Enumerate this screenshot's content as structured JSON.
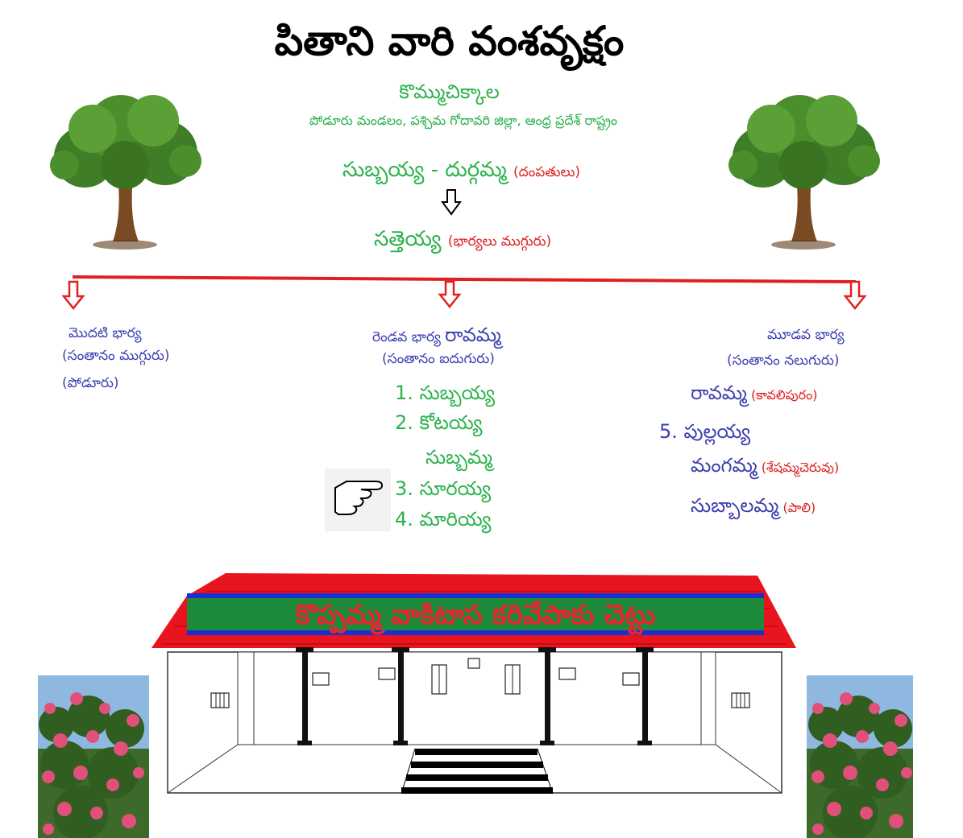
{
  "title": "పితాని వారి వంశవృక్షం",
  "village": "కొమ్ముచిక్కాల",
  "address": "పోడూరు మండలం, పశ్చిమ గోదావరి జిల్లా, ఆంధ్ర ప్రదేశ్ రాష్ట్రం",
  "couple": {
    "names": "సుబ్బయ్య - దుర్గమ్మ",
    "note": "(దంపతులు)"
  },
  "son": {
    "name": "సత్తెయ్య",
    "note": "(భార్యలు ముగ్గురు)"
  },
  "wives": [
    {
      "label": "మొదటి భార్య",
      "children_count": "(సంతానం ముగ్గురు)",
      "place": "(పోడూరు)"
    },
    {
      "label": "రెండవ భార్య",
      "name": "రావమ్మ",
      "children_count": "(సంతానం ఐదుగురు)",
      "children": [
        "1. సుబ్బయ్య",
        "2. కోటయ్య",
        "సుబ్బమ్మ",
        "3. సూరయ్య",
        "4. మారియ్య"
      ]
    },
    {
      "label": "మూడవ భార్య",
      "children_count": "(సంతానం నలుగురు)",
      "children": [
        {
          "name": "రావమ్మ",
          "place": "(కావలిపురం)"
        },
        {
          "name": "5. పుల్లయ్య"
        },
        {
          "name": "మంగమ్మ",
          "place": "(శేషమ్మచెరువు)"
        },
        {
          "name": "సుబ్బాలమ్మ",
          "place": "(పాలి)"
        }
      ]
    }
  ],
  "banner": "కొప్పమ్మ వాకిటాస కరివేపాకు చెట్టు",
  "icons": [
    "tree-icon",
    "pointing-hand-icon",
    "house-illustration",
    "flower-bush-image"
  ],
  "colors": {
    "green": "#2bb24c",
    "red": "#e02020",
    "blue": "#3c3fb0",
    "banner_bg": "#1e8a3c",
    "roof": "#e8141e"
  }
}
